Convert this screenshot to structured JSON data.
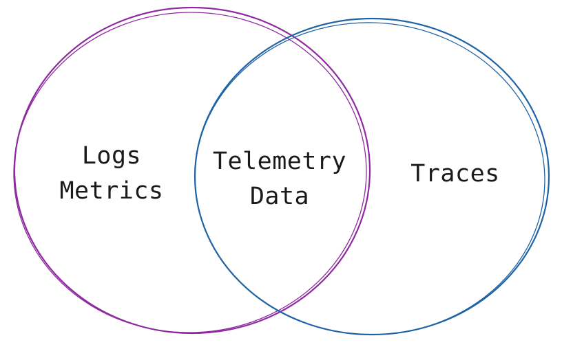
{
  "colors": {
    "background": "#ffffff",
    "left_circle": "#8e2aa0",
    "right_circle": "#1f63a5",
    "text": "#1a1a1a"
  },
  "venn": {
    "left_set": {
      "items": [
        "Logs",
        "Metrics"
      ]
    },
    "intersection": {
      "lines": [
        "Telemetry",
        "Data"
      ]
    },
    "right_set": {
      "items": [
        "Traces"
      ]
    }
  }
}
